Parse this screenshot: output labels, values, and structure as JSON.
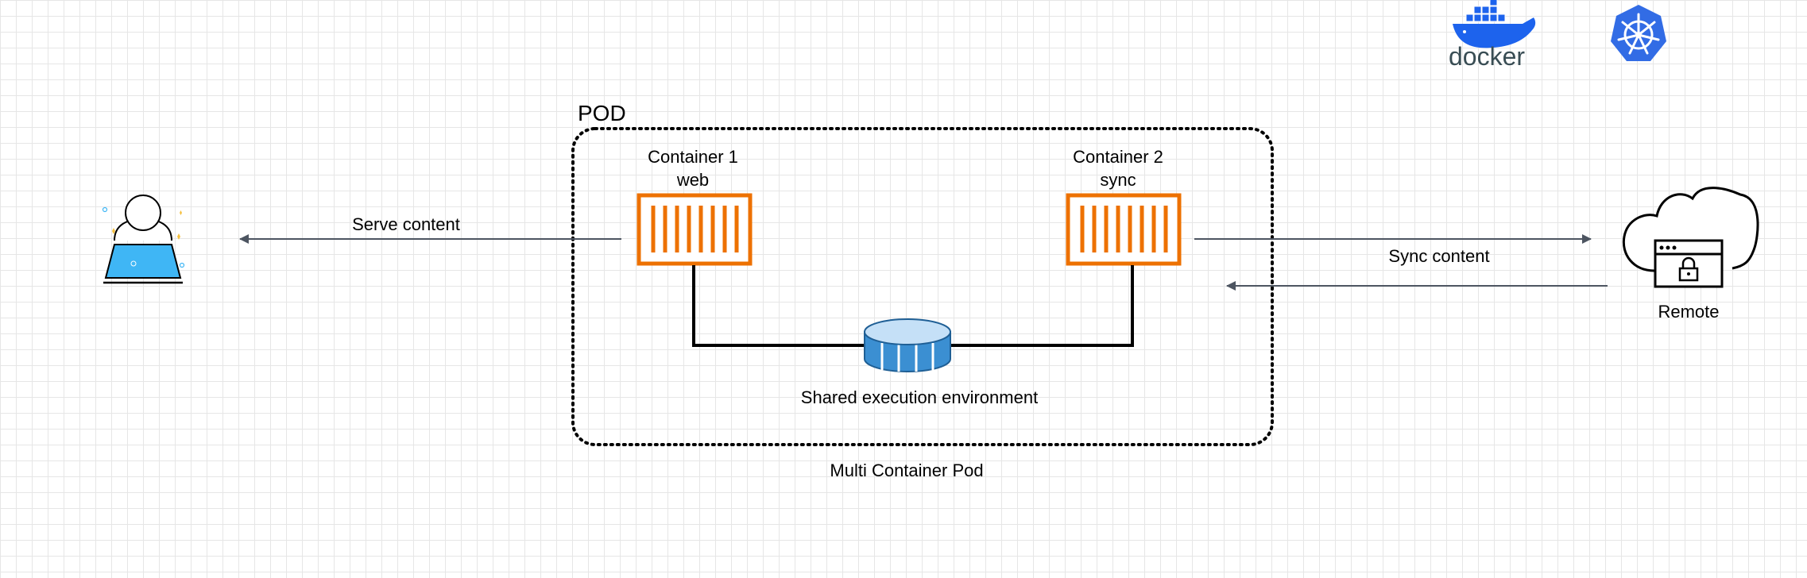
{
  "pod": {
    "title": "POD",
    "caption": "Multi Container Pod",
    "border_color": "#000000"
  },
  "containers": [
    {
      "id": "container-1",
      "name": "Container 1",
      "role": "web",
      "color": "#ED7100"
    },
    {
      "id": "container-2",
      "name": "Container 2",
      "role": "sync",
      "color": "#ED7100"
    }
  ],
  "shared": {
    "label": "Shared execution environment",
    "color": "#3B8FD2",
    "top_color": "#C5E0F7"
  },
  "edges": {
    "serve": "Serve content",
    "sync": "Sync content",
    "arrow_color": "#4D5561"
  },
  "remote": {
    "label": "Remote",
    "icon": "cloud-lock-icon"
  },
  "user": {
    "icon": "user-laptop-icon",
    "laptop_color": "#3FB6F5"
  },
  "logos": {
    "docker": {
      "text": "docker",
      "color": "#1D63ED",
      "text_color": "#394D54"
    },
    "kubernetes": {
      "icon": "helm-wheel-icon",
      "color": "#326CE5"
    }
  }
}
